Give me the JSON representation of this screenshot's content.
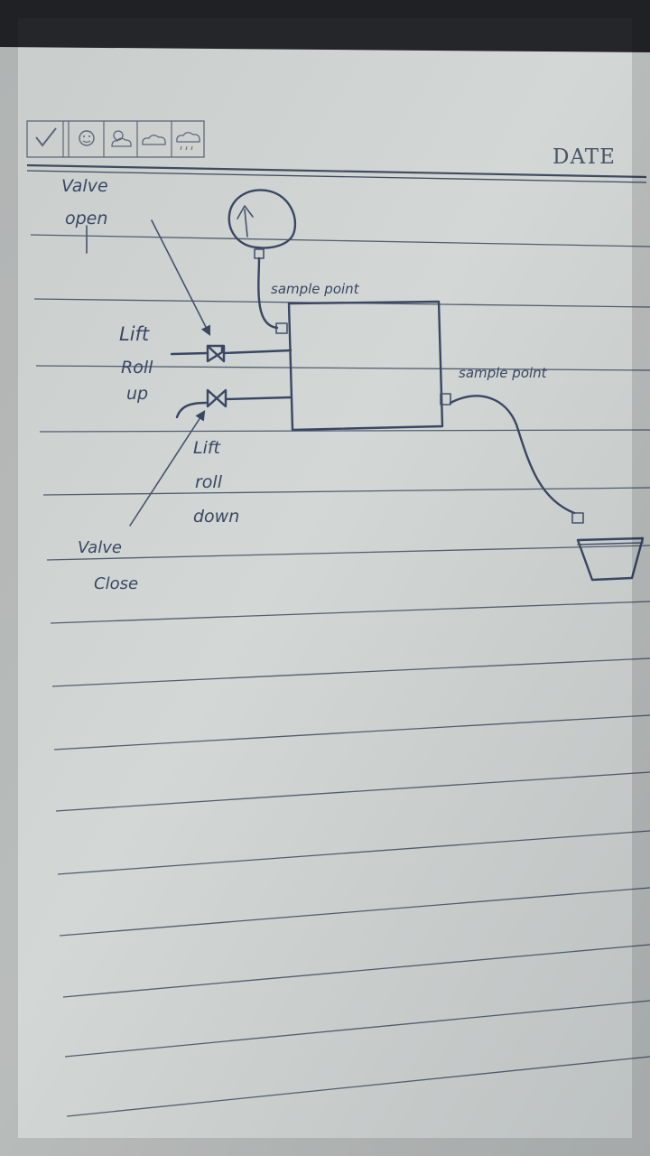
{
  "notebook": {
    "date_label": "DATE",
    "header_icons": [
      "check-icon",
      "smiley-sun-icon",
      "partly-cloudy-icon",
      "cloud-icon",
      "rain-icon"
    ]
  },
  "diagram": {
    "labels": {
      "valve_open_line1": "Valve",
      "valve_open_line2": "open",
      "lift_roll_up_line1": "Lift",
      "lift_roll_up_line2": "Roll",
      "lift_roll_up_line3": "up",
      "lift_roll_down_line1": "Lift",
      "lift_roll_down_line2": "roll",
      "lift_roll_down_line3": "down",
      "valve_close_line1": "Valve",
      "valve_close_line2": "Close",
      "sample_point_top": "sample point",
      "sample_point_right": "sample point"
    }
  }
}
